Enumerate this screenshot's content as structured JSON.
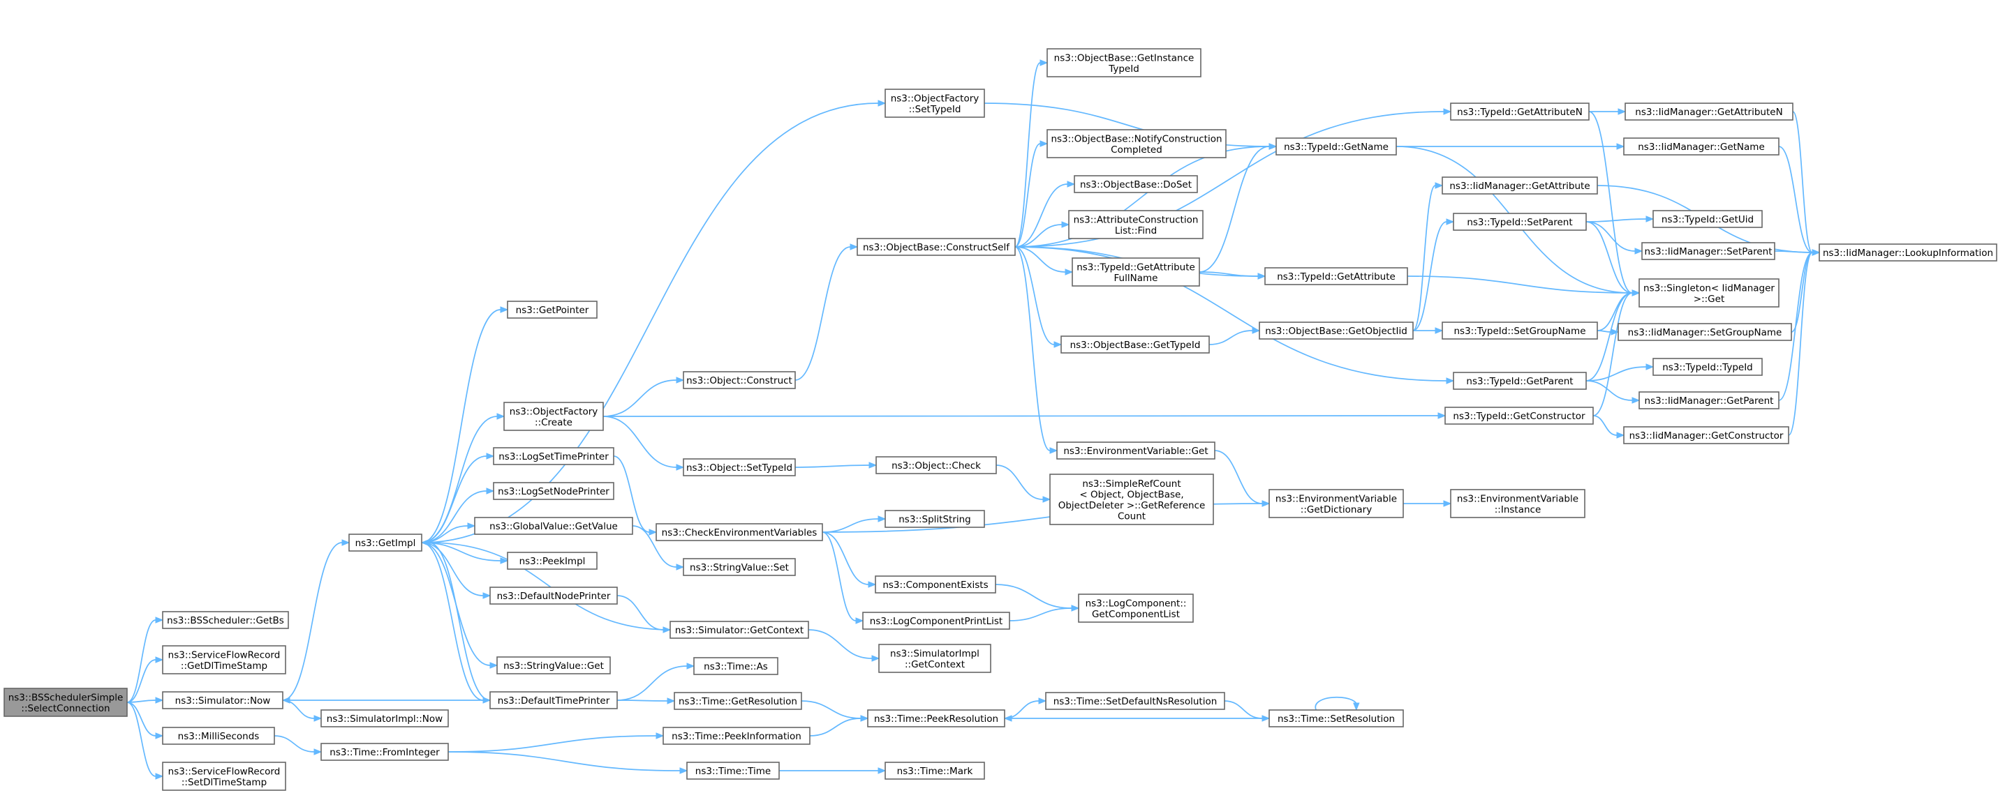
{
  "graph_title": "ns3::BSSchedulerSimple::SelectConnection call graph",
  "nodes": {
    "root": {
      "lines": [
        "ns3::BSSchedulerSimple",
        "::SelectConnection"
      ]
    },
    "getbs": {
      "lines": [
        "ns3::BSScheduler::GetBs"
      ]
    },
    "getdlts": {
      "lines": [
        "ns3::ServiceFlowRecord",
        "::GetDlTimeStamp"
      ]
    },
    "simnow": {
      "lines": [
        "ns3::Simulator::Now"
      ]
    },
    "milli": {
      "lines": [
        "ns3::MilliSeconds"
      ]
    },
    "setdlts": {
      "lines": [
        "ns3::ServiceFlowRecord",
        "::SetDlTimeStamp"
      ]
    },
    "getimpl": {
      "lines": [
        "ns3::GetImpl"
      ]
    },
    "simimplnow": {
      "lines": [
        "ns3::SimulatorImpl::Now"
      ]
    },
    "fromint": {
      "lines": [
        "ns3::Time::FromInteger"
      ]
    },
    "getpointer": {
      "lines": [
        "ns3::GetPointer"
      ]
    },
    "ofcreate": {
      "lines": [
        "ns3::ObjectFactory",
        "::Create"
      ]
    },
    "logtime": {
      "lines": [
        "ns3::LogSetTimePrinter"
      ]
    },
    "lognode": {
      "lines": [
        "ns3::LogSetNodePrinter"
      ]
    },
    "gvget": {
      "lines": [
        "ns3::GlobalValue::GetValue"
      ]
    },
    "peekimpl": {
      "lines": [
        "ns3::PeekImpl"
      ]
    },
    "defnode": {
      "lines": [
        "ns3::DefaultNodePrinter"
      ]
    },
    "strget": {
      "lines": [
        "ns3::StringValue::Get"
      ]
    },
    "deftime": {
      "lines": [
        "ns3::DefaultTimePrinter"
      ]
    },
    "ofsettid": {
      "lines": [
        "ns3::ObjectFactory",
        "::SetTypeId"
      ]
    },
    "objconstruct": {
      "lines": [
        "ns3::Object::Construct"
      ]
    },
    "objsettid": {
      "lines": [
        "ns3::Object::SetTypeId"
      ]
    },
    "checkenv": {
      "lines": [
        "ns3::CheckEnvironmentVariables"
      ]
    },
    "strset": {
      "lines": [
        "ns3::StringValue::Set"
      ]
    },
    "simgetctx": {
      "lines": [
        "ns3::Simulator::GetContext"
      ]
    },
    "timeas": {
      "lines": [
        "ns3::Time::As"
      ]
    },
    "getres": {
      "lines": [
        "ns3::Time::GetResolution"
      ]
    },
    "peekinfo": {
      "lines": [
        "ns3::Time::PeekInformation"
      ]
    },
    "timetime": {
      "lines": [
        "ns3::Time::Time"
      ]
    },
    "timemark": {
      "lines": [
        "ns3::Time::Mark"
      ]
    },
    "obconstructself": {
      "lines": [
        "ns3::ObjectBase::ConstructSelf"
      ]
    },
    "objcheck": {
      "lines": [
        "ns3::Object::Check"
      ]
    },
    "splitstr": {
      "lines": [
        "ns3::SplitString"
      ]
    },
    "compexists": {
      "lines": [
        "ns3::ComponentExists"
      ]
    },
    "logcompprint": {
      "lines": [
        "ns3::LogComponentPrintList"
      ]
    },
    "simimplctx": {
      "lines": [
        "ns3::SimulatorImpl",
        "::GetContext"
      ]
    },
    "peekres": {
      "lines": [
        "ns3::Time::PeekResolution"
      ]
    },
    "obgetinst": {
      "lines": [
        "ns3::ObjectBase::GetInstance",
        "TypeId"
      ]
    },
    "obnotify": {
      "lines": [
        "ns3::ObjectBase::NotifyConstruction",
        "Completed"
      ]
    },
    "obdoset": {
      "lines": [
        "ns3::ObjectBase::DoSet"
      ]
    },
    "attrfind": {
      "lines": [
        "ns3::AttributeConstruction",
        "List::Find"
      ]
    },
    "tidgetattrfull": {
      "lines": [
        "ns3::TypeId::GetAttribute",
        "FullName"
      ]
    },
    "obgettid": {
      "lines": [
        "ns3::ObjectBase::GetTypeId"
      ]
    },
    "envget": {
      "lines": [
        "ns3::EnvironmentVariable::Get"
      ]
    },
    "refcount": {
      "lines": [
        "ns3::SimpleRefCount",
        "< Object, ObjectBase,",
        "ObjectDeleter >::GetReference",
        "Count"
      ]
    },
    "logcompget": {
      "lines": [
        "ns3::LogComponent::",
        "GetComponentList"
      ]
    },
    "setdefres": {
      "lines": [
        "ns3::Time::SetDefaultNsResolution"
      ]
    },
    "tidgetname": {
      "lines": [
        "ns3::TypeId::GetName"
      ]
    },
    "tidgetattr": {
      "lines": [
        "ns3::TypeId::GetAttribute"
      ]
    },
    "obgetobjiid": {
      "lines": [
        "ns3::ObjectBase::GetObjectIid"
      ]
    },
    "envgetdict": {
      "lines": [
        "ns3::EnvironmentVariable",
        "::GetDictionary"
      ]
    },
    "setres": {
      "lines": [
        "ns3::Time::SetResolution"
      ]
    },
    "tidgetattrn": {
      "lines": [
        "ns3::TypeId::GetAttributeN"
      ]
    },
    "iidgetattr": {
      "lines": [
        "ns3::IidManager::GetAttribute"
      ]
    },
    "tidsetparent": {
      "lines": [
        "ns3::TypeId::SetParent"
      ]
    },
    "tidsetgroup": {
      "lines": [
        "ns3::TypeId::SetGroupName"
      ]
    },
    "tidgetparent": {
      "lines": [
        "ns3::TypeId::GetParent"
      ]
    },
    "tidgetctor": {
      "lines": [
        "ns3::TypeId::GetConstructor"
      ]
    },
    "envinst": {
      "lines": [
        "ns3::EnvironmentVariable",
        "::Instance"
      ]
    },
    "iidgetname": {
      "lines": [
        "ns3::IidManager::GetName"
      ]
    },
    "singleton": {
      "lines": [
        "ns3::Singleton< IidManager",
        ">::Get"
      ]
    },
    "iidgetattrn": {
      "lines": [
        "ns3::IidManager::GetAttributeN"
      ]
    },
    "tidgetuid": {
      "lines": [
        "ns3::TypeId::GetUid"
      ]
    },
    "iidsetparent": {
      "lines": [
        "ns3::IidManager::SetParent"
      ]
    },
    "iidsetgroup": {
      "lines": [
        "ns3::IidManager::SetGroupName"
      ]
    },
    "tidtid": {
      "lines": [
        "ns3::TypeId::TypeId"
      ]
    },
    "iidgetparent": {
      "lines": [
        "ns3::IidManager::GetParent"
      ]
    },
    "iidgetctor": {
      "lines": [
        "ns3::IidManager::GetConstructor"
      ]
    },
    "iidlookup": {
      "lines": [
        "ns3::IidManager::LookupInformation"
      ]
    }
  },
  "edges": [
    [
      "root",
      "getbs"
    ],
    [
      "root",
      "getdlts"
    ],
    [
      "root",
      "simnow"
    ],
    [
      "root",
      "milli"
    ],
    [
      "root",
      "setdlts"
    ],
    [
      "simnow",
      "getimpl"
    ],
    [
      "simnow",
      "simimplnow"
    ],
    [
      "milli",
      "fromint"
    ],
    [
      "getimpl",
      "getpointer"
    ],
    [
      "getimpl",
      "ofcreate"
    ],
    [
      "getimpl",
      "logtime"
    ],
    [
      "getimpl",
      "lognode"
    ],
    [
      "getimpl",
      "gvget"
    ],
    [
      "getimpl",
      "peekimpl"
    ],
    [
      "getimpl",
      "defnode"
    ],
    [
      "getimpl",
      "strget"
    ],
    [
      "getimpl",
      "deftime"
    ],
    [
      "getimpl",
      "ofsettid"
    ],
    [
      "deftime",
      "getimpl"
    ],
    [
      "deftime",
      "simnow"
    ],
    [
      "deftime",
      "timeas"
    ],
    [
      "deftime",
      "getres"
    ],
    [
      "simgetctx",
      "getimpl"
    ],
    [
      "defnode",
      "simgetctx"
    ],
    [
      "simgetctx",
      "simimplctx"
    ],
    [
      "fromint",
      "peekinfo"
    ],
    [
      "fromint",
      "timetime"
    ],
    [
      "timetime",
      "timemark"
    ],
    [
      "ofcreate",
      "objconstruct"
    ],
    [
      "ofcreate",
      "objsettid"
    ],
    [
      "ofcreate",
      "tidgetctor"
    ],
    [
      "objconstruct",
      "obconstructself"
    ],
    [
      "objsettid",
      "objcheck"
    ],
    [
      "objcheck",
      "refcount"
    ],
    [
      "logtime",
      "checkenv"
    ],
    [
      "gvget",
      "strset"
    ],
    [
      "checkenv",
      "splitstr"
    ],
    [
      "checkenv",
      "compexists"
    ],
    [
      "checkenv",
      "logcompprint"
    ],
    [
      "checkenv",
      "envgetdict"
    ],
    [
      "compexists",
      "logcompget"
    ],
    [
      "logcompprint",
      "logcompget"
    ],
    [
      "getres",
      "peekres"
    ],
    [
      "peekinfo",
      "peekres"
    ],
    [
      "peekres",
      "setdefres"
    ],
    [
      "setdefres",
      "setres"
    ],
    [
      "setres",
      "peekres"
    ],
    [
      "setres",
      "setres"
    ],
    [
      "ofsettid",
      "tidgetname"
    ],
    [
      "obconstructself",
      "obgetinst"
    ],
    [
      "obconstructself",
      "obnotify"
    ],
    [
      "obconstructself",
      "obdoset"
    ],
    [
      "obconstructself",
      "attrfind"
    ],
    [
      "obconstructself",
      "tidgetattrfull"
    ],
    [
      "obconstructself",
      "obgettid"
    ],
    [
      "obconstructself",
      "envget"
    ],
    [
      "obconstructself",
      "tidgetname"
    ],
    [
      "obconstructself",
      "tidgetattr"
    ],
    [
      "obconstructself",
      "tidgetattrn"
    ],
    [
      "obconstructself",
      "tidgetparent"
    ],
    [
      "tidgetattrfull",
      "tidgetattr"
    ],
    [
      "tidgetattrfull",
      "tidgetname"
    ],
    [
      "obgettid",
      "obgetobjiid"
    ],
    [
      "obgetobjiid",
      "tidsetparent"
    ],
    [
      "obgetobjiid",
      "tidsetgroup"
    ],
    [
      "obgetobjiid",
      "iidgetattr"
    ],
    [
      "envget",
      "envgetdict"
    ],
    [
      "envgetdict",
      "envinst"
    ],
    [
      "tidgetname",
      "iidgetname"
    ],
    [
      "tidgetname",
      "singleton"
    ],
    [
      "tidgetattr",
      "singleton"
    ],
    [
      "tidgetattrn",
      "iidgetattrn"
    ],
    [
      "tidgetattrn",
      "singleton"
    ],
    [
      "tidsetparent",
      "tidgetuid"
    ],
    [
      "tidsetparent",
      "iidsetparent"
    ],
    [
      "tidsetparent",
      "singleton"
    ],
    [
      "tidsetgroup",
      "singleton"
    ],
    [
      "tidsetgroup",
      "iidsetgroup"
    ],
    [
      "tidgetparent",
      "singleton"
    ],
    [
      "tidgetparent",
      "tidtid"
    ],
    [
      "tidgetparent",
      "iidgetparent"
    ],
    [
      "tidgetctor",
      "singleton"
    ],
    [
      "tidgetctor",
      "iidgetctor"
    ],
    [
      "iidgetname",
      "iidlookup"
    ],
    [
      "iidgetattrn",
      "iidlookup"
    ],
    [
      "iidgetattr",
      "iidlookup"
    ],
    [
      "iidsetparent",
      "iidlookup"
    ],
    [
      "iidsetgroup",
      "iidlookup"
    ],
    [
      "iidgetparent",
      "iidlookup"
    ],
    [
      "iidgetctor",
      "iidlookup"
    ]
  ]
}
